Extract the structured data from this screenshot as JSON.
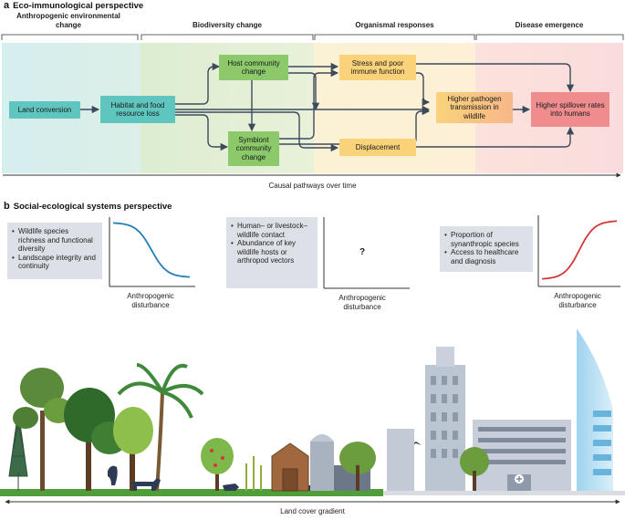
{
  "panel_a": {
    "letter": "a",
    "title": "Eco-immunological perspective",
    "phases": [
      {
        "label": "Anthropogenic environmental change"
      },
      {
        "label": "Biodiversity change"
      },
      {
        "label": "Organismal responses"
      },
      {
        "label": "Disease emergence"
      }
    ],
    "nodes": {
      "land_conversion": "Land conversion",
      "habitat_loss": "Habitat and food resource loss",
      "host_community": "Host community change",
      "symbiont_community": "Symbiont community change",
      "stress": "Stress and poor immune function",
      "displacement": "Displacement",
      "pathogen_transmission": "Higher pathogen transmission in wildlife",
      "spillover": "Higher spillover rates into humans"
    },
    "time_axis_label": "Causal pathways over time",
    "colors": {
      "teal_band": "#d9efef",
      "green_band": "#e3efd5",
      "yellow_band": "#fdf2d6",
      "red_band": "#fbe0df",
      "arrow": "#3d4a5c"
    }
  },
  "panel_b": {
    "letter": "b",
    "title": "Social-ecological systems perspective",
    "plots": [
      {
        "bullets": [
          "Wildlife species richness and functional diversity",
          "Landscape integrity and continuity"
        ],
        "trend": "decreasing",
        "line_color": "#1f7fb5",
        "xlabel": "Anthropogenic disturbance",
        "mark": ""
      },
      {
        "bullets": [
          "Human– or livestock–wildlife contact",
          "Abundance of key wildlife hosts or arthropod vectors"
        ],
        "trend": "unknown",
        "line_color": "",
        "xlabel": "Anthropogenic disturbance",
        "mark": "?"
      },
      {
        "bullets": [
          "Proportion of synanthropic species",
          "Access to healthcare and diagnosis"
        ],
        "trend": "increasing",
        "line_color": "#d2383a",
        "xlabel": "Anthropogenic disturbance",
        "mark": ""
      }
    ],
    "gradient_label": "Land cover gradient"
  }
}
